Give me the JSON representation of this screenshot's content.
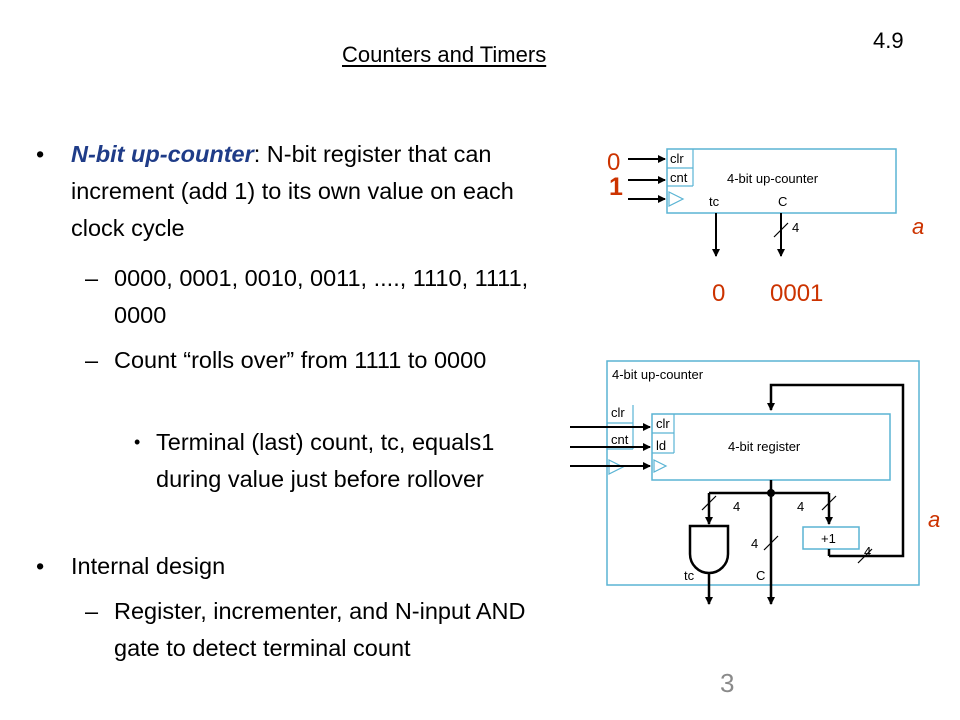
{
  "slide": {
    "title": "Counters and Timers",
    "number": "4.9",
    "page": "3"
  },
  "bullets": {
    "b1": {
      "term": "N-bit up-counter",
      "text": ": N-bit register that can increment (add 1) to its own value on each clock cycle"
    },
    "b1_1": "0000, 0001, 0010, 0011, ...., 1110, 1111, 0000",
    "b1_2": "Count “rolls over” from 1111 to 0000",
    "b1_2_1": "Terminal (last) count, tc, equals1 during value just before rollover",
    "b2": "Internal design",
    "b2_1": "Register, incrementer, and N-input AND gate to detect terminal count"
  },
  "diagram_top": {
    "input_clr_value": "0",
    "input_cnt_value": "1",
    "pin_clr": "clr",
    "pin_cnt": "cnt",
    "block_label": "4-bit up-counter",
    "pin_tc": "tc",
    "pin_c": "C",
    "bus_width": "4",
    "output_tc_value": "0",
    "output_c_value": "0001",
    "label_a": "a"
  },
  "diagram_bottom": {
    "outer_label": "4-bit up-counter",
    "outer_clr": "clr",
    "outer_cnt": "cnt",
    "reg_clr": "clr",
    "reg_ld": "ld",
    "reg_label": "4-bit register",
    "bus1": "4",
    "bus2": "4",
    "bus3": "4",
    "bus4": "4",
    "incrementer": "+1",
    "pin_tc": "tc",
    "pin_c": "C",
    "label_a": "a"
  },
  "colors": {
    "term": "#1f3c88",
    "red_values": "#cc3300",
    "box_border": "#5ab4d4"
  }
}
